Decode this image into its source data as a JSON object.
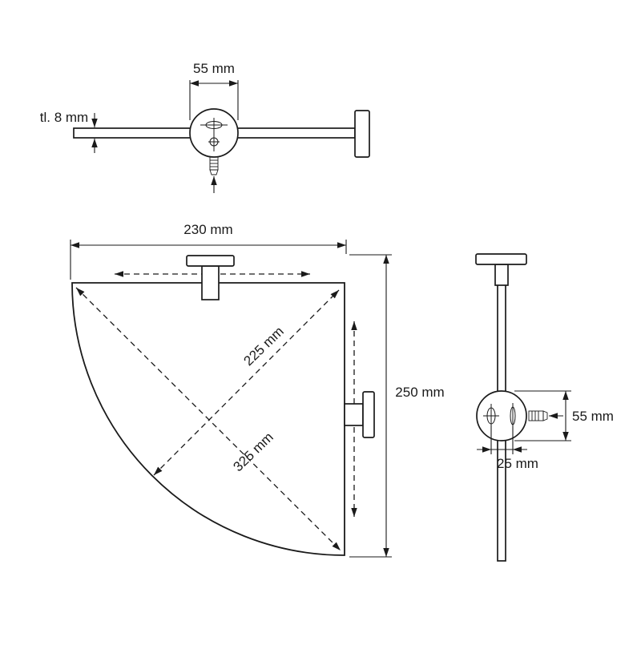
{
  "top_view": {
    "width_label": "55 mm",
    "thickness_label": "tl. 8 mm"
  },
  "plan_view": {
    "width_label": "230 mm",
    "height_label": "250 mm",
    "diagonal_depth_label": "225 mm",
    "diagonal_chord_label": "325 mm"
  },
  "side_view": {
    "bracket_width_label": "55 mm",
    "slot_spacing_label": "25 mm"
  },
  "colors": {
    "line": "#1a1a1a",
    "background": "#ffffff"
  }
}
